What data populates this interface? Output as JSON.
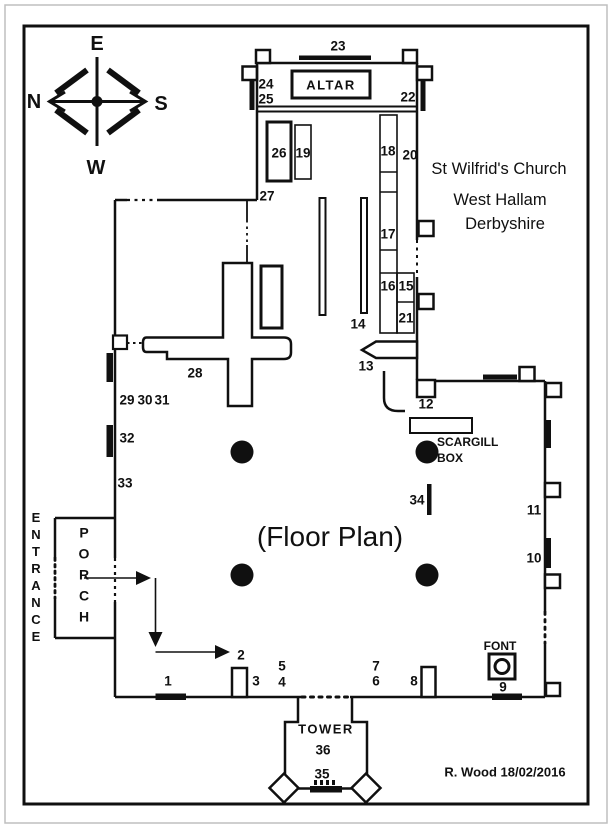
{
  "document": {
    "type": "church floor plan drawing",
    "caption": "(Floor Plan)",
    "credit": "R. Wood 18/02/2016"
  },
  "title": {
    "line1": "St Wilfrid's Church",
    "line2": "West Hallam",
    "line3": "Derbyshire"
  },
  "compass": {
    "east": "E",
    "north": "N",
    "south": "S",
    "west": "W"
  },
  "rooms": {
    "altar": "ALTAR",
    "tower": "TOWER",
    "porch": "PORCH",
    "entrance": "ENTRANCE",
    "font": "FONT",
    "scargill_box_line1": "SCARGILL",
    "scargill_box_line2": "BOX"
  },
  "colors": {
    "ink": "#101010",
    "paper": "#ffffff"
  },
  "labels": [
    {
      "name": "compass-e",
      "text": "E",
      "cls": "compass"
    },
    {
      "name": "compass-n",
      "text": "N",
      "cls": "compass"
    },
    {
      "name": "compass-s",
      "text": "S",
      "cls": "compass"
    },
    {
      "name": "compass-w",
      "text": "W",
      "cls": "compass"
    },
    {
      "name": "label-23",
      "text": "23",
      "cls": "num"
    },
    {
      "name": "label-24",
      "text": "24",
      "cls": "num"
    },
    {
      "name": "label-25",
      "text": "25",
      "cls": "num"
    },
    {
      "name": "label-22",
      "text": "22",
      "cls": "num"
    },
    {
      "name": "altar-label",
      "text": "ALTAR",
      "cls": "room"
    },
    {
      "name": "label-26",
      "text": "26",
      "cls": "num"
    },
    {
      "name": "label-19",
      "text": "19",
      "cls": "num"
    },
    {
      "name": "label-18",
      "text": "18",
      "cls": "num"
    },
    {
      "name": "label-20",
      "text": "20",
      "cls": "num"
    },
    {
      "name": "label-17",
      "text": "17",
      "cls": "num"
    },
    {
      "name": "label-16",
      "text": "16",
      "cls": "num"
    },
    {
      "name": "label-15",
      "text": "15",
      "cls": "num"
    },
    {
      "name": "label-21",
      "text": "21",
      "cls": "num"
    },
    {
      "name": "label-14",
      "text": "14",
      "cls": "num"
    },
    {
      "name": "label-13",
      "text": "13",
      "cls": "num"
    },
    {
      "name": "label-12",
      "text": "12",
      "cls": "num"
    },
    {
      "name": "label-27",
      "text": "27",
      "cls": "num"
    },
    {
      "name": "title-line-1",
      "text": "St Wilfrid's Church",
      "cls": "title"
    },
    {
      "name": "title-line-2",
      "text": "West Hallam",
      "cls": "title"
    },
    {
      "name": "title-line-3",
      "text": "Derbyshire",
      "cls": "title"
    },
    {
      "name": "label-28",
      "text": "28",
      "cls": "num"
    },
    {
      "name": "label-29",
      "text": "29",
      "cls": "num"
    },
    {
      "name": "label-30",
      "text": "30",
      "cls": "num"
    },
    {
      "name": "label-31",
      "text": "31",
      "cls": "num"
    },
    {
      "name": "label-32",
      "text": "32",
      "cls": "num"
    },
    {
      "name": "label-33",
      "text": "33",
      "cls": "num"
    },
    {
      "name": "scargill-line-1",
      "text": "SCARGILL",
      "cls": "smallbold left"
    },
    {
      "name": "scargill-line-2",
      "text": "BOX",
      "cls": "smallbold left"
    },
    {
      "name": "label-34",
      "text": "34",
      "cls": "num"
    },
    {
      "name": "floor-plan-caption",
      "text": "(Floor Plan)",
      "cls": "big"
    },
    {
      "name": "label-11",
      "text": "11",
      "cls": "num"
    },
    {
      "name": "label-10",
      "text": "10",
      "cls": "num"
    },
    {
      "name": "entrance-label",
      "text": "ENTRANCE",
      "cls": "vert"
    },
    {
      "name": "porch-label",
      "text": "PORCH",
      "cls": "vert2"
    },
    {
      "name": "label-2",
      "text": "2",
      "cls": "num"
    },
    {
      "name": "label-1",
      "text": "1",
      "cls": "num"
    },
    {
      "name": "label-3",
      "text": "3",
      "cls": "num"
    },
    {
      "name": "label-5",
      "text": "5",
      "cls": "num"
    },
    {
      "name": "label-4",
      "text": "4",
      "cls": "num"
    },
    {
      "name": "label-7",
      "text": "7",
      "cls": "num"
    },
    {
      "name": "label-6",
      "text": "6",
      "cls": "num"
    },
    {
      "name": "label-8",
      "text": "8",
      "cls": "num"
    },
    {
      "name": "font-label",
      "text": "FONT",
      "cls": "smallbold"
    },
    {
      "name": "label-9",
      "text": "9",
      "cls": "num"
    },
    {
      "name": "tower-label",
      "text": "TOWER",
      "cls": "room"
    },
    {
      "name": "label-36",
      "text": "36",
      "cls": "num"
    },
    {
      "name": "label-35",
      "text": "35",
      "cls": "num"
    },
    {
      "name": "credit-line",
      "text": "R. Wood 18/02/2016",
      "cls": "credit"
    }
  ]
}
